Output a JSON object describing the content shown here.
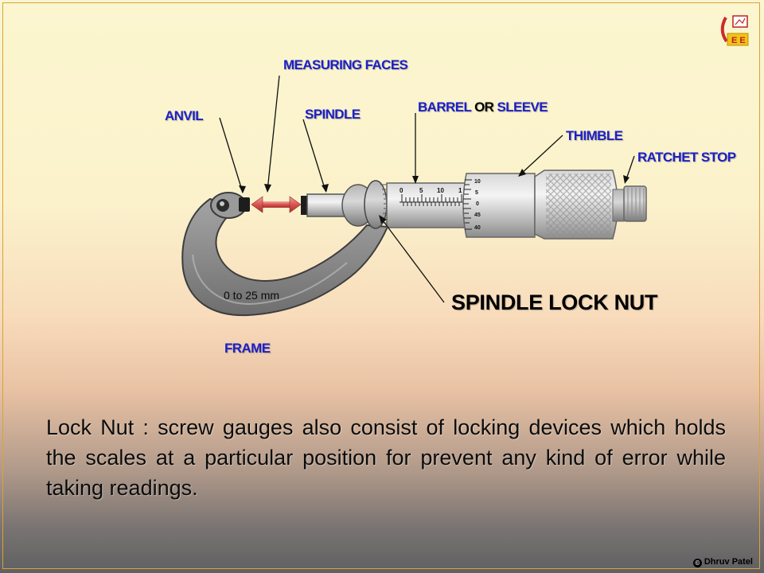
{
  "labels": {
    "measuring_faces": "MEASURING FACES",
    "anvil": "ANVIL",
    "spindle": "SPINDLE",
    "barrel": "BARREL",
    "or": "OR",
    "sleeve": "SLEEVE",
    "thimble": "THIMBLE",
    "ratchet_stop": "RATCHET STOP",
    "spindle_lock_nut": "SPINDLE LOCK NUT",
    "frame": "FRAME",
    "range": "0 to 25 mm"
  },
  "scale": {
    "barrel_numbers": [
      "0",
      "5",
      "10",
      "1"
    ],
    "thimble_numbers": [
      "10",
      "5",
      "0",
      "45",
      "40"
    ]
  },
  "description": "Lock Nut : screw gauges also consist of locking devices which holds the scales at a particular position for prevent any kind of error while taking readings.",
  "credit": {
    "symbol": "©",
    "author": "Dhruv Patel"
  },
  "colors": {
    "label_blue": "#1c20c8",
    "arrow_red": "#d9534f",
    "border_orange": "#d9a23a"
  },
  "icons": [
    "logo-icon",
    "copyright-icon"
  ]
}
